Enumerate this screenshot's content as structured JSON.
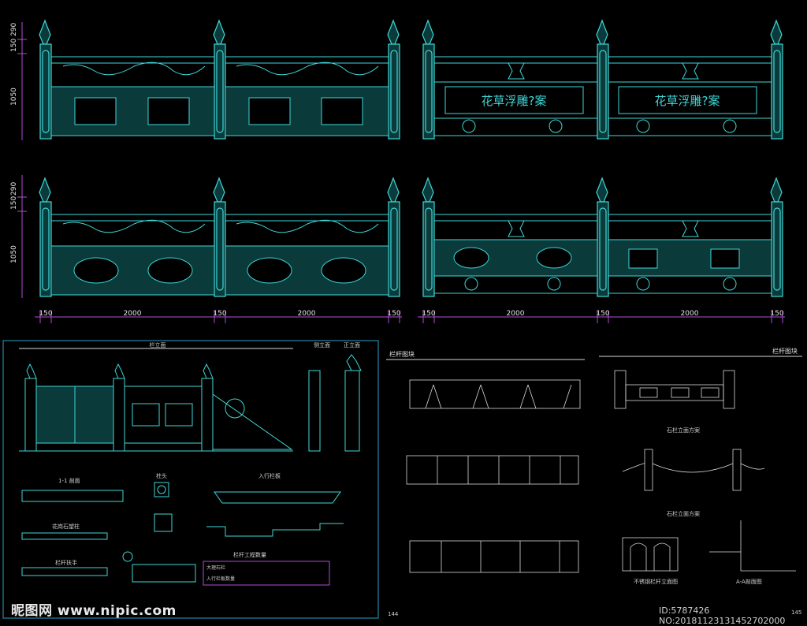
{
  "top_panels": {
    "row_heights": [
      "290",
      "150",
      "1050"
    ],
    "panel_caption": "花草浮雕?案",
    "bottom_dims": [
      "150",
      "2000",
      "150",
      "2000",
      "150",
      "150",
      "2000",
      "150",
      "2000",
      "150"
    ]
  },
  "lower_left": {
    "headings": [
      "栏立面",
      "侧立面",
      "正立面"
    ],
    "sections": [
      "1-1 剖面",
      "花岗石望柱",
      "栏杆扶手",
      "柱头",
      "入行栏板",
      "栏杆工程数量"
    ],
    "table_rows": [
      "大理石栏",
      "入行栏板数量"
    ]
  },
  "center_panel": {
    "heading": "栏杆图块",
    "page_number": "144"
  },
  "right_panel": {
    "heading": "栏杆图块",
    "captions": [
      "石栏立面方案",
      "石栏立面方案",
      "不锈钢栏杆立面图",
      "A-A剖面图"
    ],
    "page_number": "145"
  },
  "watermark": {
    "left": "昵图网 www.nipic.com",
    "right": "ID:5787426 NO:20181123131452702000"
  }
}
